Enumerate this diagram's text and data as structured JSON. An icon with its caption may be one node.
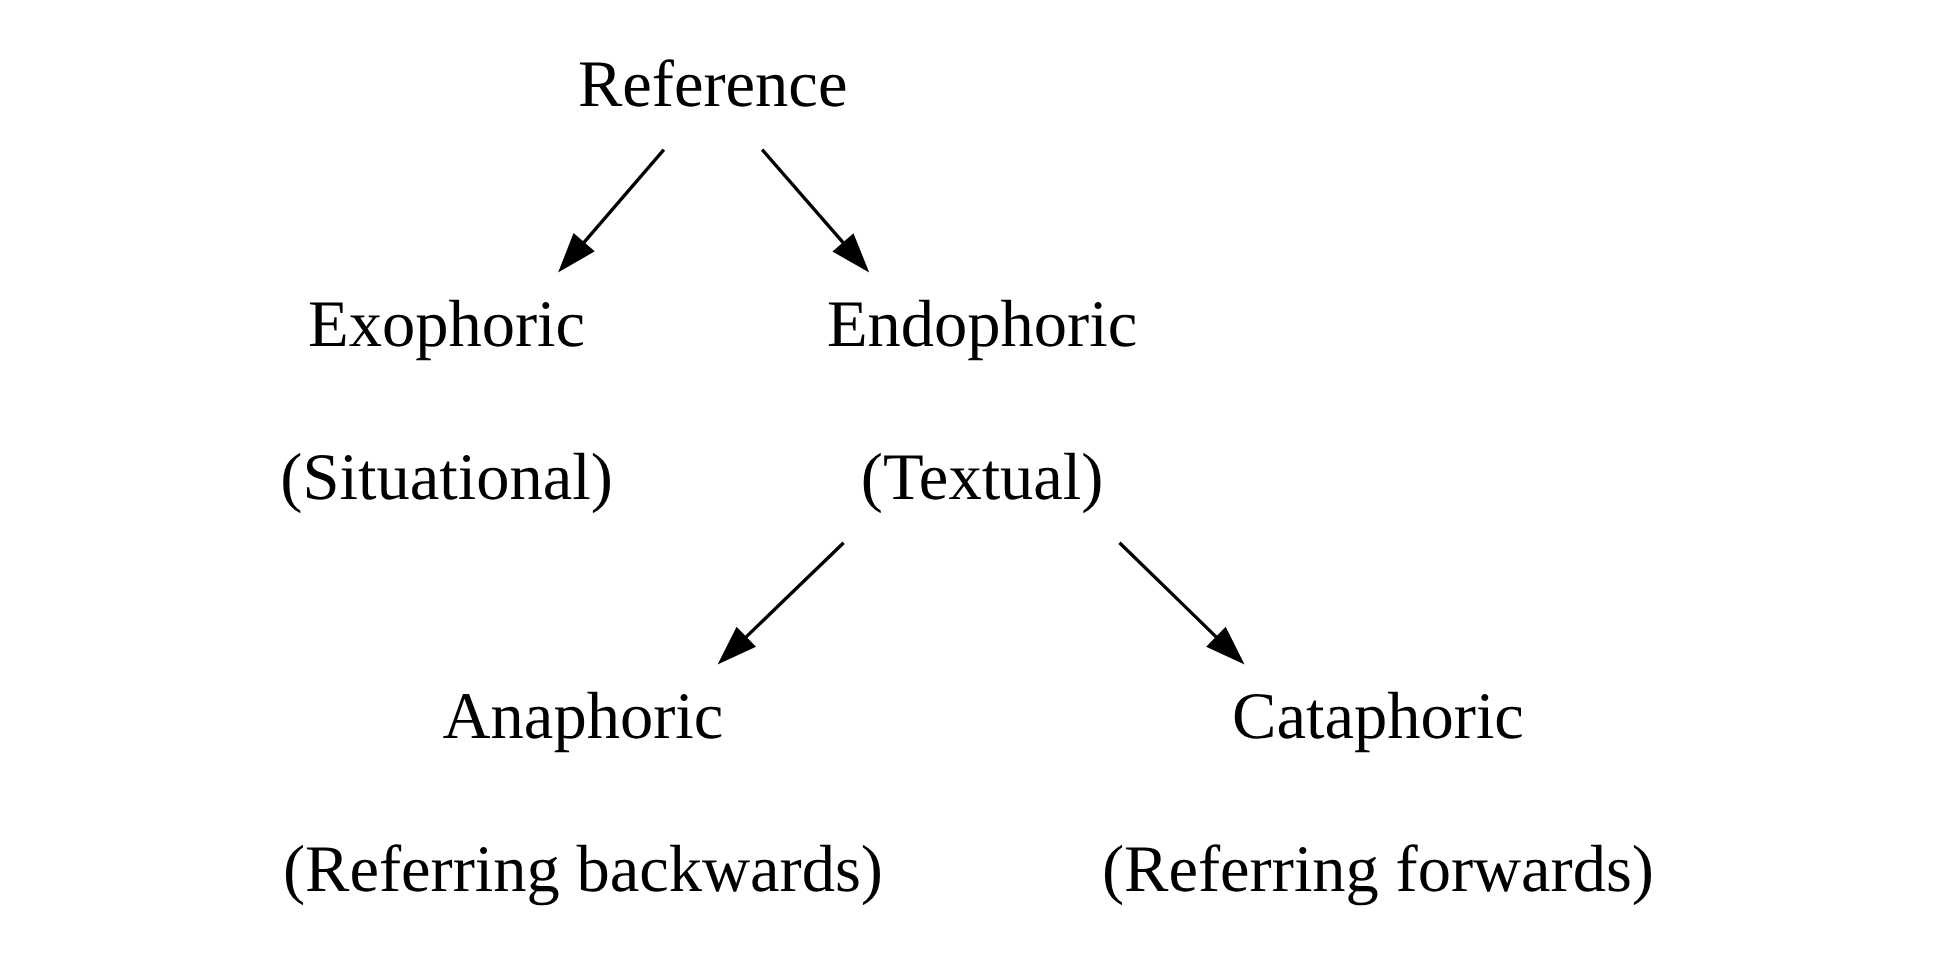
{
  "diagram": {
    "nodes": [
      {
        "text": [
          "Reference"
        ]
      },
      {
        "text": [
          "Exophoric",
          "(Situational)"
        ]
      },
      {
        "text": [
          "Endophoric",
          "(Textual)"
        ]
      },
      {
        "text": [
          "Anaphoric",
          "(Referring backwards)"
        ]
      },
      {
        "text": [
          "Cataphoric",
          "(Referring forwards)"
        ]
      }
    ],
    "edges": [
      {
        "from": 0,
        "to": 1,
        "arrow": "to"
      },
      {
        "from": 0,
        "to": 2,
        "arrow": "to"
      },
      {
        "from": 2,
        "to": 3,
        "arrow": "to"
      },
      {
        "from": 2,
        "to": 4,
        "arrow": "to"
      }
    ]
  }
}
